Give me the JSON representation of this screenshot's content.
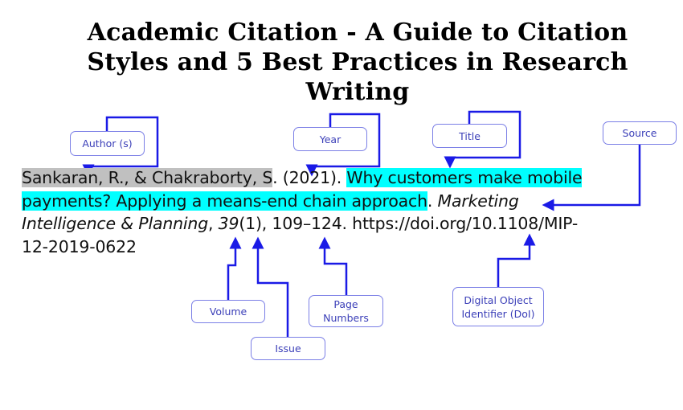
{
  "title": {
    "lines": [
      "Academic Citation - A Guide to Citation",
      "Styles and 5 Best Practices in Research",
      "Writing"
    ]
  },
  "labels": {
    "author": "Author (s)",
    "year": "Year",
    "title": "Title",
    "source": "Source",
    "volume": "Volume",
    "issue": "Issue",
    "page_numbers_line1": "Page",
    "page_numbers_line2": "Numbers",
    "doi_line1": "Digital Object",
    "doi_line2": "Identifier (DoI)"
  },
  "citation": {
    "authors": "Sankaran, R., & Chakraborty, S",
    "after_authors": ". (2021). ",
    "title_part1": "Why customers make mobile",
    "title_part2": "payments? Applying a means-end chain approach",
    "after_title": ". ",
    "journal_part1": "Marketing",
    "journal_part2": "Intelligence & Planning",
    "sep1": ", ",
    "volume": "39",
    "issue": "(1)",
    "pages": ", 109–124. ",
    "doi_part1": "https://doi.org/10.1108/MIP-",
    "doi_part2": "12-2019-0622"
  },
  "colors": {
    "connector": "#1a1ae6",
    "box_border": "#7b7fe6",
    "box_text": "#3b3fb8",
    "author_highlight": "#c0c0c0",
    "title_highlight": "#00ffff"
  }
}
